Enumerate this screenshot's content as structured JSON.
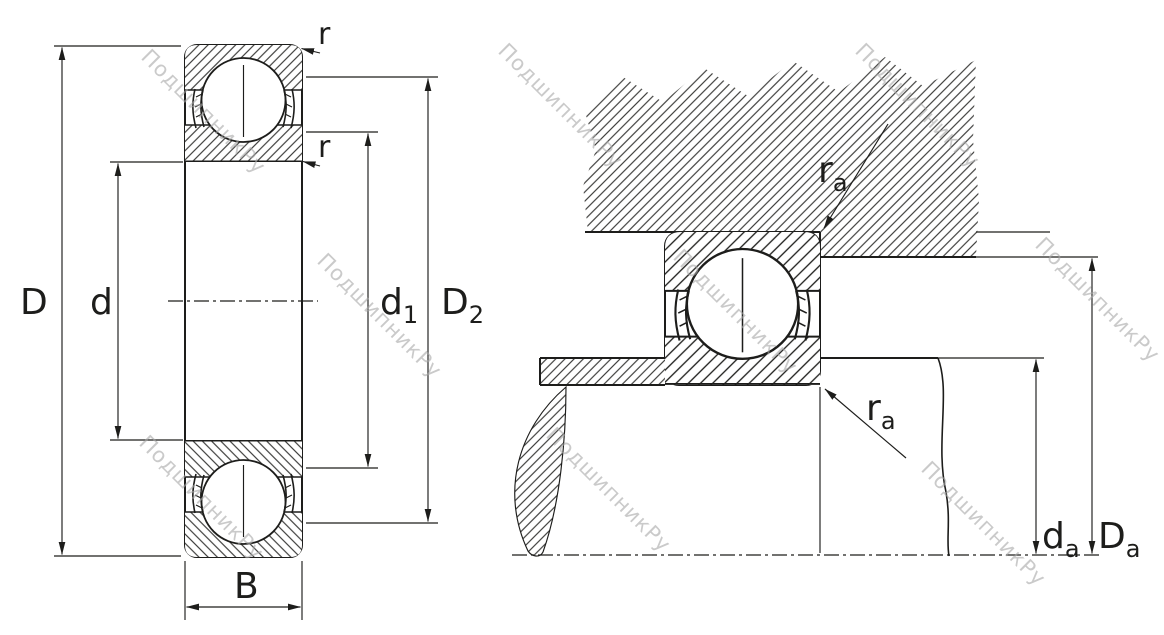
{
  "watermark_text": "ПодшипникРу",
  "colors": {
    "line_color": "#1d1d1b",
    "watermark_color": "#a8a8a8",
    "background": "#ffffff"
  },
  "left_view": {
    "dim_outer_diameter": {
      "main": "D",
      "sub": ""
    },
    "dim_bore_diameter": {
      "main": "d",
      "sub": ""
    },
    "dim_d1": {
      "main": "d",
      "sub": "1"
    },
    "dim_D2": {
      "main": "D",
      "sub": "2"
    },
    "dim_width": {
      "main": "B",
      "sub": ""
    },
    "radius_top": {
      "main": "r",
      "sub": ""
    },
    "radius_side": {
      "main": "r",
      "sub": ""
    }
  },
  "right_view": {
    "fillet_radius_housing": {
      "main": "r",
      "sub": "a"
    },
    "fillet_radius_shaft": {
      "main": "r",
      "sub": "a"
    },
    "dim_shaft_shoulder": {
      "main": "d",
      "sub": "a"
    },
    "dim_housing_shoulder": {
      "main": "D",
      "sub": "a"
    }
  }
}
